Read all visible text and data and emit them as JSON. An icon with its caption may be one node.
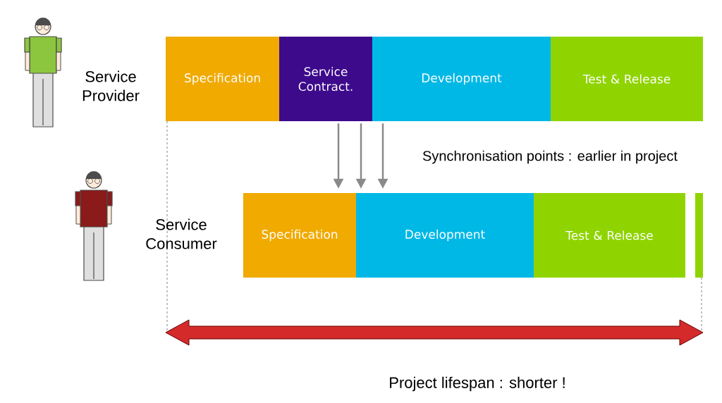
{
  "diagram": {
    "nodes": [
      {
        "text": [
          "Specification"
        ]
      },
      {
        "text": [
          "Service Contract."
        ]
      },
      {
        "text": [
          "Development"
        ]
      },
      {
        "text": [
          "Test & Release"
        ]
      },
      {
        "text": [
          "Specification"
        ]
      },
      {
        "text": [
          "Development"
        ]
      },
      {
        "text": [
          "Test & Release"
        ]
      },
      {
        "text": [],
        "shape": "bar"
      }
    ],
    "edges": [
      {
        "from": 1,
        "to": 4,
        "arrow": "to"
      },
      {
        "from": 1,
        "to": 5,
        "arrow": "to"
      },
      {
        "from": 2,
        "to": 5,
        "arrow": "to"
      }
    ],
    "labels": [
      "Service Provider",
      "Synchronisation points : earlier in project",
      "Service Consumer",
      "Project lifespan : shorter !"
    ]
  }
}
